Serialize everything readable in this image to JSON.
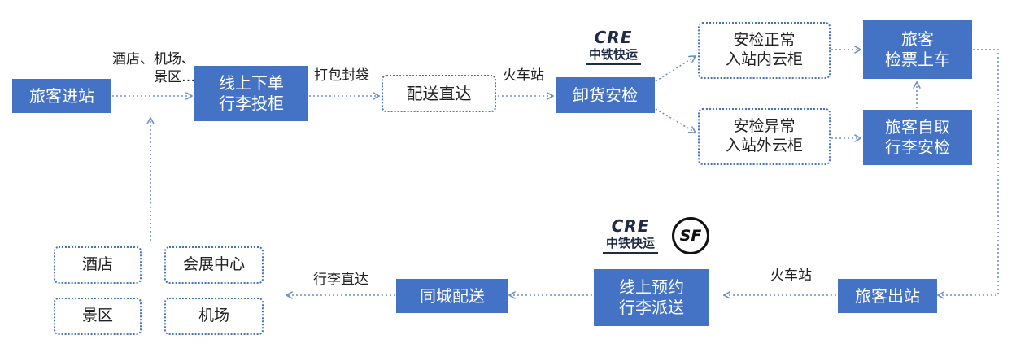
{
  "nodes": {
    "passenger_enter": "旅客进站",
    "online_order": [
      "线上下单",
      "行李投柜"
    ],
    "delivery_direct": "配送直达",
    "unload_check": "卸货安检",
    "check_normal": [
      "安检正常",
      "入站内云柜"
    ],
    "check_abnormal": [
      "安检异常",
      "入站外云柜"
    ],
    "ticket_board": [
      "旅客",
      "检票上车"
    ],
    "self_pickup": [
      "旅客自取",
      "行李安检"
    ],
    "passenger_exit": "旅客出站",
    "online_reserve": [
      "线上预约",
      "行李派送"
    ],
    "city_delivery": "同城配送",
    "dest_hotel": "酒店",
    "dest_expo": "会展中心",
    "dest_scenic": "景区",
    "dest_airport": "机场"
  },
  "edge_labels": {
    "sources": [
      "酒店、机场、",
      "景区…"
    ],
    "pack_bag": "打包封袋",
    "train_station_top": "火车站",
    "train_station_bottom": "火车站",
    "luggage_direct": "行李直达"
  },
  "logos": {
    "cre_mark": "CRE",
    "cre_name": "中铁快运",
    "sf_mark": "SF"
  },
  "colors": {
    "accent": "#4472c4",
    "dashed_border": "#4472c4",
    "arrow": "#6f8fc9",
    "sf_red": "#e0252b"
  }
}
